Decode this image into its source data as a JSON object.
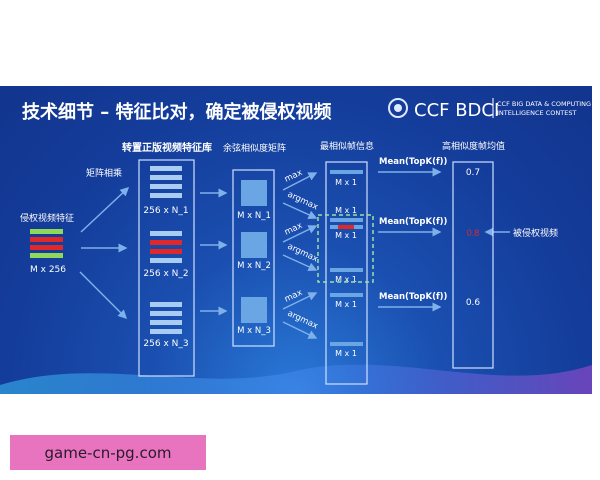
{
  "slide": {
    "title": "技术细节 – 特征比对，确定被侵权视频",
    "logo": {
      "brand": "CCF BDCI",
      "line1": "CCF BIG DATA & COMPUTING",
      "line2": "INTELLIGENCE CONTEST"
    },
    "headers": {
      "library": "转置正版视频特征库",
      "cosine": "余弦相似度矩阵",
      "most_similar": "最相似帧信息",
      "mean": "高相似度帧均值"
    },
    "matmul_label": "矩阵相乘",
    "input": {
      "label": "侵权视频特征",
      "dim": "M x 256"
    },
    "library_dims": [
      "256 x N_1",
      "256 x N_2",
      "256 x N_3"
    ],
    "matrix_dims": [
      "M x N_1",
      "M x N_2",
      "M x N_3"
    ],
    "op_max": "max",
    "op_argmax": "argmax",
    "frame_dims": [
      "M x 1",
      "M x 1",
      "M x 1",
      "M x 1",
      "M x 1",
      "M x 1"
    ],
    "mean_topk": "Mean(TopK(f))",
    "scores": [
      "0.7",
      "0.8",
      "0.6"
    ],
    "infringed_label": "被侵权视频",
    "colors": {
      "highlight": "#e02828",
      "green": "#8fd85a",
      "bar": "#a9cdf2",
      "dashed": "#9ee0a0"
    }
  },
  "watermark": "game-cn-pg.com"
}
